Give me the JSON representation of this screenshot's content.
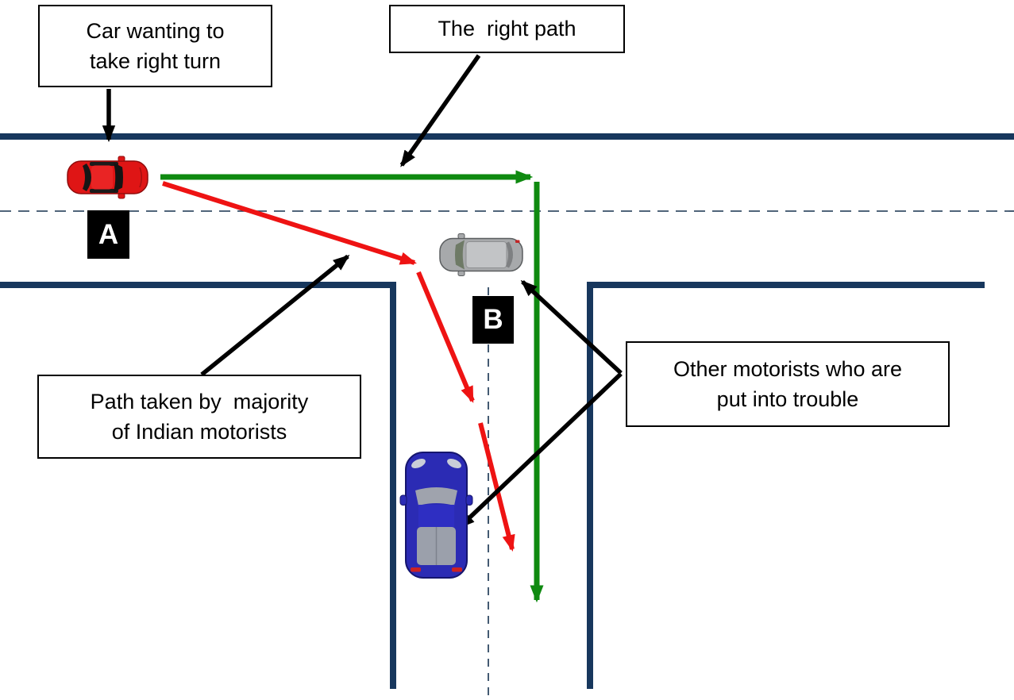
{
  "diagram": {
    "type": "traffic-right-turn-illustration",
    "callouts": {
      "car_wanting": {
        "text": "Car wanting to\ntake right turn"
      },
      "right_path": {
        "text": "The  right path"
      },
      "majority_path": {
        "text": "Path taken by  majority\nof Indian motorists"
      },
      "other_motorists": {
        "text": "Other motorists who are\nput into trouble"
      }
    },
    "markers": {
      "a": "A",
      "b": "B"
    },
    "icons": {
      "red_car": "car-top-view-red-facing-right",
      "gray_car": "car-top-view-gray-facing-left",
      "blue_car": "car-top-view-blue-facing-up"
    },
    "colors": {
      "background": "#ffffff",
      "road": "#17375d",
      "lane_dash": "#16324f",
      "right_path": "#0f8a10",
      "wrong_path": "#ee1313",
      "annotation": "#000000",
      "label_bg": "#ffffff",
      "label_border": "#000000",
      "label_text": "#000000",
      "marker_bg": "#000000",
      "marker_text": "#ffffff"
    }
  }
}
